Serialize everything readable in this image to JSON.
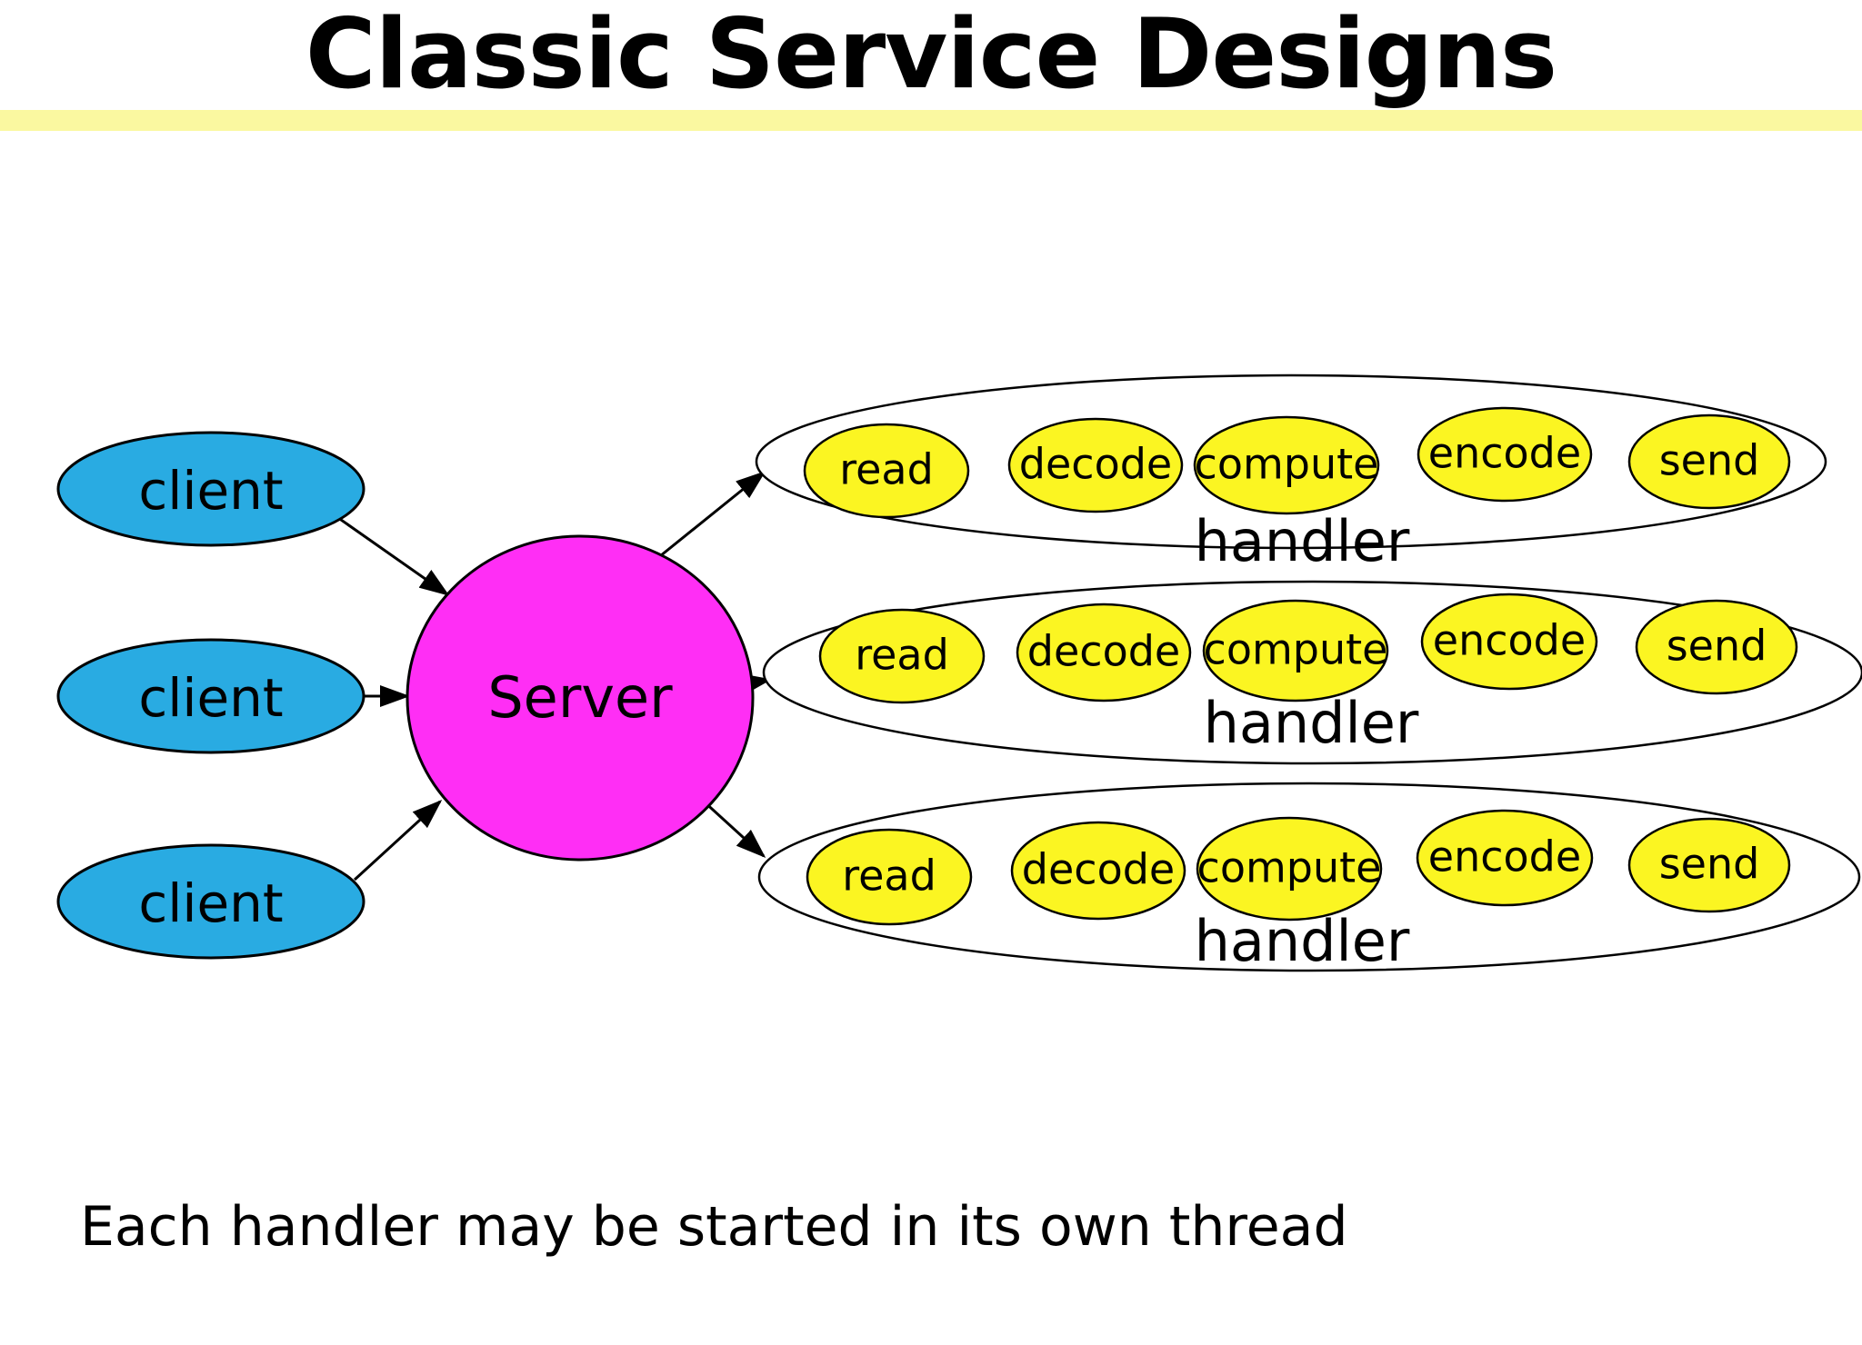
{
  "slide": {
    "title": "Classic Service Designs",
    "caption": "Each handler may be started in its own thread",
    "divider_color": "#FAF8A0"
  },
  "colors": {
    "client_fill": "#29ABE2",
    "server_fill": "#FF2EF5",
    "stage_fill": "#FBF522",
    "handler_fill": "#FFFFFF",
    "stroke": "#000000",
    "background": "#FFFFFF",
    "text": "#000000"
  },
  "diagram": {
    "clients": [
      {
        "label": "client"
      },
      {
        "label": "client"
      },
      {
        "label": "client"
      }
    ],
    "server": {
      "label": "Server"
    },
    "handlers": [
      {
        "label": "handler",
        "stages": [
          {
            "label": "read"
          },
          {
            "label": "decode"
          },
          {
            "label": "compute"
          },
          {
            "label": "encode"
          },
          {
            "label": "send"
          }
        ]
      },
      {
        "label": "handler",
        "stages": [
          {
            "label": "read"
          },
          {
            "label": "decode"
          },
          {
            "label": "compute"
          },
          {
            "label": "encode"
          },
          {
            "label": "send"
          }
        ]
      },
      {
        "label": "handler",
        "stages": [
          {
            "label": "read"
          },
          {
            "label": "decode"
          },
          {
            "label": "compute"
          },
          {
            "label": "encode"
          },
          {
            "label": "send"
          }
        ]
      }
    ],
    "edges": [
      {
        "from": "client-1",
        "to": "server"
      },
      {
        "from": "client-2",
        "to": "server"
      },
      {
        "from": "client-3",
        "to": "server"
      },
      {
        "from": "server",
        "to": "handler-1"
      },
      {
        "from": "server",
        "to": "handler-2"
      },
      {
        "from": "server",
        "to": "handler-3"
      }
    ]
  }
}
